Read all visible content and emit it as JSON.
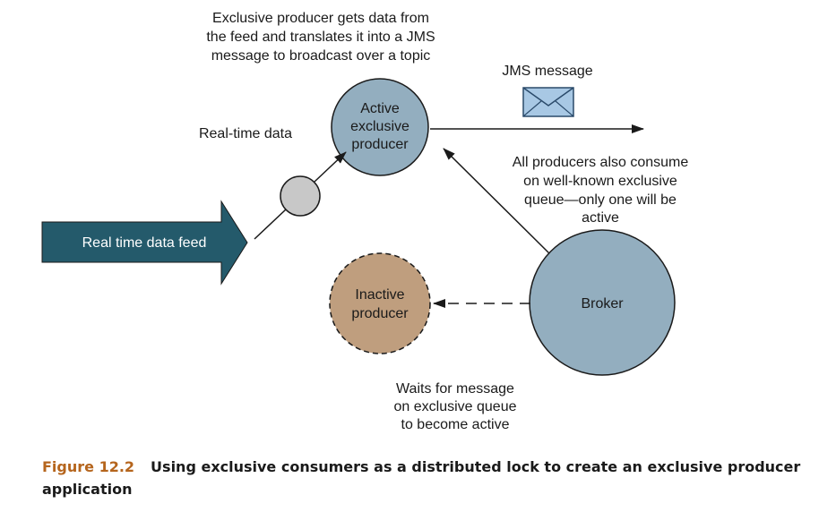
{
  "labels": {
    "top_note": [
      "Exclusive producer gets data from",
      "the feed and translates it into a JMS",
      "message to broadcast over a topic"
    ],
    "realtime_data": "Real-time data",
    "jms_message": "JMS message",
    "consume_note": [
      "All producers also consume",
      "on well-known exclusive",
      "queue—only one will be",
      "active"
    ],
    "wait_note": [
      "Waits for message",
      "on exclusive queue",
      "to become active"
    ]
  },
  "nodes": {
    "feed": "Real time data feed",
    "active": [
      "Active",
      "exclusive",
      "producer"
    ],
    "inactive": [
      "Inactive",
      "producer"
    ],
    "broker": "Broker"
  },
  "colors": {
    "feed_fill": "#245a6b",
    "active_fill": "#93aebf",
    "broker_fill": "#93aebf",
    "inactive_fill": "#bf9e7e",
    "dot_fill": "#c8c8c8"
  },
  "caption": {
    "number": "Figure 12.2",
    "text": "Using exclusive consumers as a distributed lock to create an exclusive producer application"
  }
}
